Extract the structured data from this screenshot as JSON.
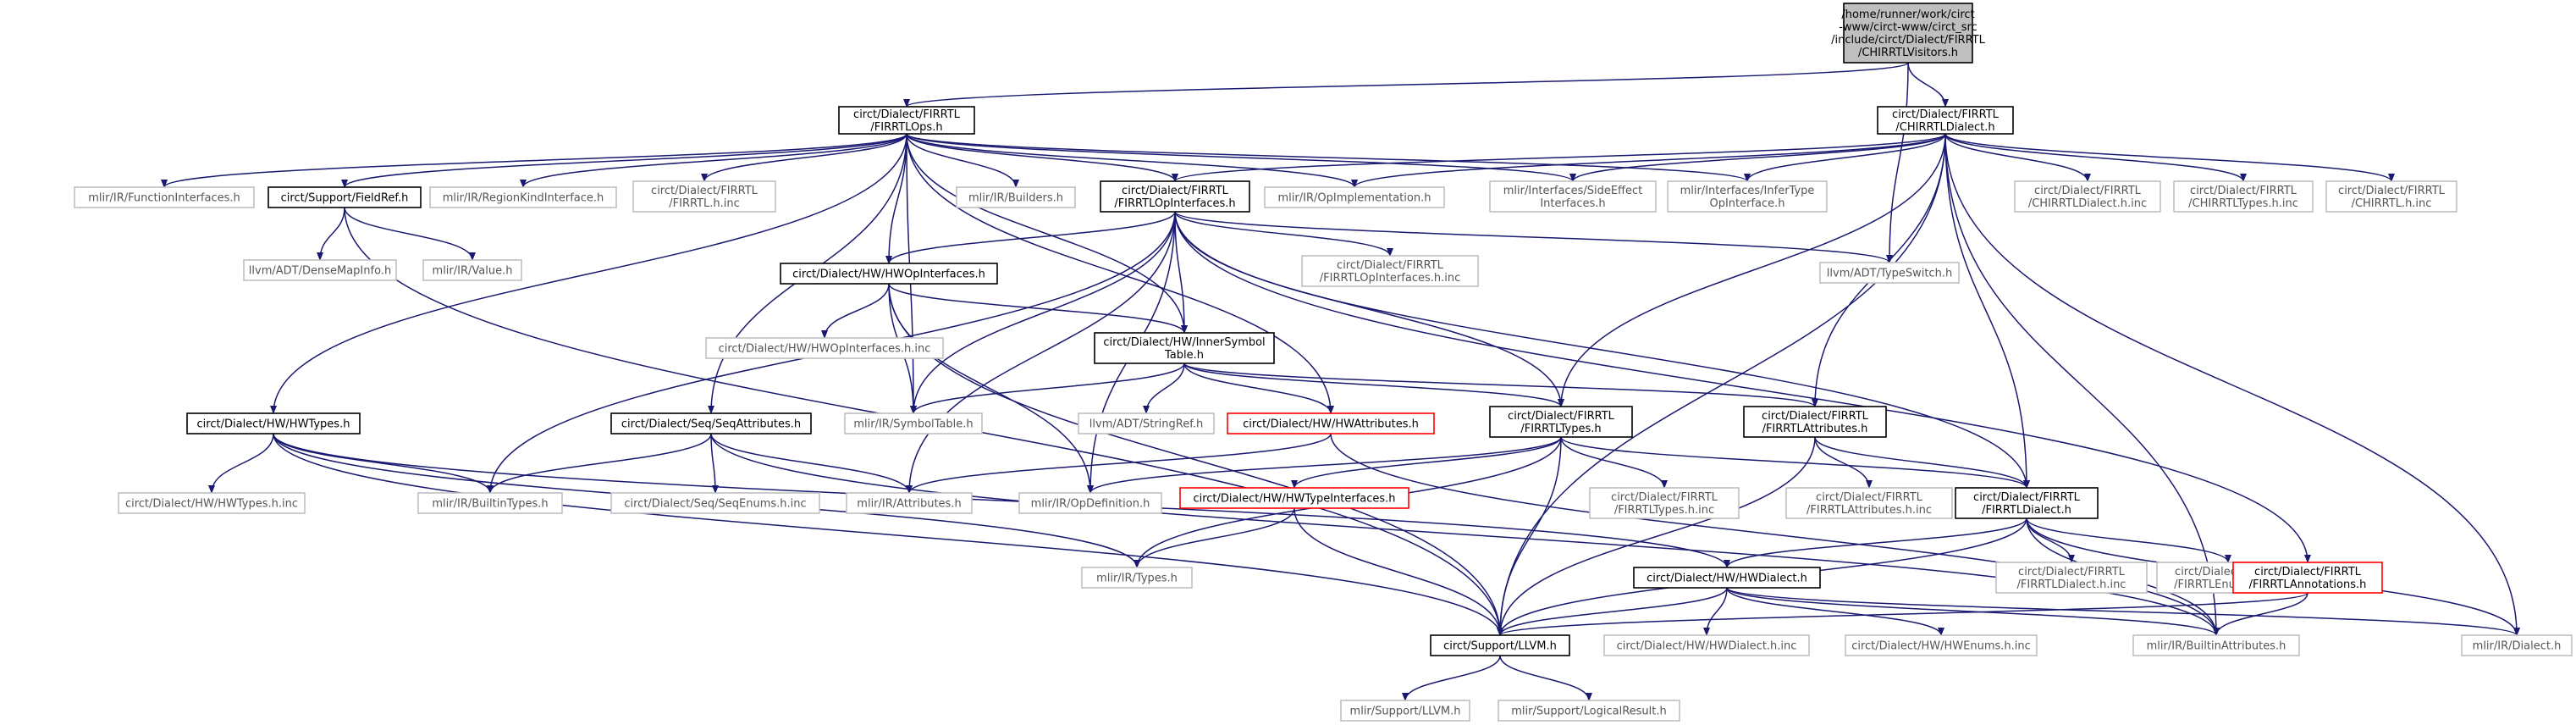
{
  "colors": {
    "edge": "#191970",
    "root_fill": "#bfbfbf",
    "red_border": "#ff0000",
    "external_border": "#bfbfbf"
  },
  "nodes": {
    "root": {
      "label": "/home/runner/work/circt\n-www/circt-www/circt_src\n/include/circt/Dialect/FIRRTL\n/CHIRRTLVisitors.h",
      "kind": "root"
    },
    "firrtlops": {
      "label": "circt/Dialect/FIRRTL\n/FIRRTLOps.h",
      "kind": "doc"
    },
    "chirrtldialect": {
      "label": "circt/Dialect/FIRRTL\n/CHIRRTLDialect.h",
      "kind": "doc"
    },
    "typeswitch": {
      "label": "llvm/ADT/TypeSwitch.h",
      "kind": "ext"
    },
    "funcif": {
      "label": "mlir/IR/FunctionInterfaces.h",
      "kind": "ext"
    },
    "fieldref": {
      "label": "circt/Support/FieldRef.h",
      "kind": "doc"
    },
    "regionkind": {
      "label": "mlir/IR/RegionKindInterface.h",
      "kind": "ext"
    },
    "firrtlhinc": {
      "label": "circt/Dialect/FIRRTL\n/FIRRTL.h.inc",
      "kind": "ext"
    },
    "builders": {
      "label": "mlir/IR/Builders.h",
      "kind": "ext"
    },
    "firrtlopif": {
      "label": "circt/Dialect/FIRRTL\n/FIRRTLOpInterfaces.h",
      "kind": "doc"
    },
    "opimpl": {
      "label": "mlir/IR/OpImplementation.h",
      "kind": "ext"
    },
    "sideeffect": {
      "label": "mlir/Interfaces/SideEffect\nInterfaces.h",
      "kind": "ext"
    },
    "infertype": {
      "label": "mlir/Interfaces/InferType\nOpInterface.h",
      "kind": "ext"
    },
    "chirrtldialectinc": {
      "label": "circt/Dialect/FIRRTL\n/CHIRRTLDialect.h.inc",
      "kind": "ext"
    },
    "chirrtltypesinc": {
      "label": "circt/Dialect/FIRRTL\n/CHIRRTLTypes.h.inc",
      "kind": "ext"
    },
    "chirrtlhinc": {
      "label": "circt/Dialect/FIRRTL\n/CHIRRTL.h.inc",
      "kind": "ext"
    },
    "densemapinfo": {
      "label": "llvm/ADT/DenseMapInfo.h",
      "kind": "ext"
    },
    "value": {
      "label": "mlir/IR/Value.h",
      "kind": "ext"
    },
    "hwopif": {
      "label": "circt/Dialect/HW/HWOpInterfaces.h",
      "kind": "doc"
    },
    "firrtlopifinc": {
      "label": "circt/Dialect/FIRRTL\n/FIRRTLOpInterfaces.h.inc",
      "kind": "ext"
    },
    "hwopifinc": {
      "label": "circt/Dialect/HW/HWOpInterfaces.h.inc",
      "kind": "ext"
    },
    "innersym": {
      "label": "circt/Dialect/HW/InnerSymbol\nTable.h",
      "kind": "doc"
    },
    "hwtypes": {
      "label": "circt/Dialect/HW/HWTypes.h",
      "kind": "doc"
    },
    "seqattrs": {
      "label": "circt/Dialect/Seq/SeqAttributes.h",
      "kind": "doc"
    },
    "symboltable": {
      "label": "mlir/IR/SymbolTable.h",
      "kind": "ext"
    },
    "stringref": {
      "label": "llvm/ADT/StringRef.h",
      "kind": "ext"
    },
    "hwattrs": {
      "label": "circt/Dialect/HW/HWAttributes.h",
      "kind": "red"
    },
    "firrtltypes": {
      "label": "circt/Dialect/FIRRTL\n/FIRRTLTypes.h",
      "kind": "doc"
    },
    "firrtlattrs": {
      "label": "circt/Dialect/FIRRTL\n/FIRRTLAttributes.h",
      "kind": "doc"
    },
    "hwtypesinc": {
      "label": "circt/Dialect/HW/HWTypes.h.inc",
      "kind": "ext"
    },
    "builtintypes": {
      "label": "mlir/IR/BuiltinTypes.h",
      "kind": "ext"
    },
    "seqenums": {
      "label": "circt/Dialect/Seq/SeqEnums.h.inc",
      "kind": "ext"
    },
    "attributes": {
      "label": "mlir/IR/Attributes.h",
      "kind": "ext"
    },
    "opdef": {
      "label": "mlir/IR/OpDefinition.h",
      "kind": "ext"
    },
    "hwtypeif": {
      "label": "circt/Dialect/HW/HWTypeInterfaces.h",
      "kind": "red"
    },
    "firrtltypesinc": {
      "label": "circt/Dialect/FIRRTL\n/FIRRTLTypes.h.inc",
      "kind": "ext"
    },
    "firrtlattrsinc": {
      "label": "circt/Dialect/FIRRTL\n/FIRRTLAttributes.h.inc",
      "kind": "ext"
    },
    "firrtldialect": {
      "label": "circt/Dialect/FIRRTL\n/FIRRTLDialect.h",
      "kind": "doc"
    },
    "types": {
      "label": "mlir/IR/Types.h",
      "kind": "ext"
    },
    "hwdialect": {
      "label": "circt/Dialect/HW/HWDialect.h",
      "kind": "doc"
    },
    "firrtldialectinc": {
      "label": "circt/Dialect/FIRRTL\n/FIRRTLDialect.h.inc",
      "kind": "ext"
    },
    "firrtlenumsinc": {
      "label": "circt/Dialect/FIRRTL\n/FIRRTLEnums.h.inc",
      "kind": "ext"
    },
    "firrtlannot": {
      "label": "circt/Dialect/FIRRTL\n/FIRRTLAnnotations.h",
      "kind": "red"
    },
    "llvmh": {
      "label": "circt/Support/LLVM.h",
      "kind": "doc"
    },
    "hwdialectinc": {
      "label": "circt/Dialect/HW/HWDialect.h.inc",
      "kind": "ext"
    },
    "hwenumsinc": {
      "label": "circt/Dialect/HW/HWEnums.h.inc",
      "kind": "ext"
    },
    "builtinattrs": {
      "label": "mlir/IR/BuiltinAttributes.h",
      "kind": "ext"
    },
    "dialect": {
      "label": "mlir/IR/Dialect.h",
      "kind": "ext"
    },
    "mlirsupportllvm": {
      "label": "mlir/Support/LLVM.h",
      "kind": "ext"
    },
    "logicalresult": {
      "label": "mlir/Support/LogicalResult.h",
      "kind": "ext"
    }
  },
  "edges": [
    [
      "root",
      "firrtlops"
    ],
    [
      "root",
      "chirrtldialect"
    ],
    [
      "root",
      "typeswitch"
    ],
    [
      "firrtlops",
      "funcif"
    ],
    [
      "firrtlops",
      "fieldref"
    ],
    [
      "firrtlops",
      "regionkind"
    ],
    [
      "firrtlops",
      "firrtlhinc"
    ],
    [
      "firrtlops",
      "builders"
    ],
    [
      "firrtlops",
      "firrtlopif"
    ],
    [
      "firrtlops",
      "opimpl"
    ],
    [
      "firrtlops",
      "sideeffect"
    ],
    [
      "firrtlops",
      "infertype"
    ],
    [
      "firrtlops",
      "hwopif"
    ],
    [
      "firrtlops",
      "innersym"
    ],
    [
      "firrtlops",
      "hwtypes"
    ],
    [
      "firrtlops",
      "seqattrs"
    ],
    [
      "firrtlops",
      "symboltable"
    ],
    [
      "firrtlops",
      "hwattrs"
    ],
    [
      "chirrtldialect",
      "firrtlopif"
    ],
    [
      "chirrtldialect",
      "opimpl"
    ],
    [
      "chirrtldialect",
      "sideeffect"
    ],
    [
      "chirrtldialect",
      "infertype"
    ],
    [
      "chirrtldialect",
      "chirrtldialectinc"
    ],
    [
      "chirrtldialect",
      "chirrtltypesinc"
    ],
    [
      "chirrtldialect",
      "chirrtlhinc"
    ],
    [
      "chirrtldialect",
      "firrtltypes"
    ],
    [
      "chirrtldialect",
      "firrtlattrs"
    ],
    [
      "chirrtldialect",
      "firrtldialect"
    ],
    [
      "chirrtldialect",
      "llvmh"
    ],
    [
      "chirrtldialect",
      "builtinattrs"
    ],
    [
      "chirrtldialect",
      "dialect"
    ],
    [
      "fieldref",
      "densemapinfo"
    ],
    [
      "fieldref",
      "value"
    ],
    [
      "fieldref",
      "llvmh"
    ],
    [
      "firrtlopif",
      "typeswitch"
    ],
    [
      "firrtlopif",
      "firrtlopifinc"
    ],
    [
      "firrtlopif",
      "hwopif"
    ],
    [
      "firrtlopif",
      "innersym"
    ],
    [
      "firrtlopif",
      "symboltable"
    ],
    [
      "firrtlopif",
      "firrtltypes"
    ],
    [
      "firrtlopif",
      "firrtldialect"
    ],
    [
      "firrtlopif",
      "firrtlannot"
    ],
    [
      "firrtlopif",
      "attributes"
    ],
    [
      "firrtlopif",
      "opdef"
    ],
    [
      "firrtlopif",
      "builtintypes"
    ],
    [
      "hwopif",
      "hwopifinc"
    ],
    [
      "hwopif",
      "innersym"
    ],
    [
      "hwopif",
      "symboltable"
    ],
    [
      "hwopif",
      "opdef"
    ],
    [
      "hwopif",
      "llvmh"
    ],
    [
      "innersym",
      "stringref"
    ],
    [
      "innersym",
      "symboltable"
    ],
    [
      "innersym",
      "hwattrs"
    ],
    [
      "innersym",
      "firrtltypes"
    ],
    [
      "innersym",
      "firrtlattrs"
    ],
    [
      "hwtypes",
      "hwtypesinc"
    ],
    [
      "hwtypes",
      "builtintypes"
    ],
    [
      "hwtypes",
      "types"
    ],
    [
      "hwtypes",
      "llvmh"
    ],
    [
      "hwtypes",
      "hwdialect"
    ],
    [
      "seqattrs",
      "seqenums"
    ],
    [
      "seqattrs",
      "attributes"
    ],
    [
      "seqattrs",
      "builtintypes"
    ],
    [
      "seqattrs",
      "builtinattrs"
    ],
    [
      "hwattrs",
      "attributes"
    ],
    [
      "hwattrs",
      "builtinattrs"
    ],
    [
      "firrtltypes",
      "firrtltypesinc"
    ],
    [
      "firrtltypes",
      "hwtypeif"
    ],
    [
      "firrtltypes",
      "firrtldialect"
    ],
    [
      "firrtltypes",
      "opdef"
    ],
    [
      "firrtltypes",
      "types"
    ],
    [
      "firrtltypes",
      "llvmh"
    ],
    [
      "firrtlattrs",
      "firrtlattrsinc"
    ],
    [
      "firrtlattrs",
      "firrtldialect"
    ],
    [
      "firrtlattrs",
      "llvmh"
    ],
    [
      "hwtypeif",
      "types"
    ],
    [
      "hwtypeif",
      "llvmh"
    ],
    [
      "firrtldialect",
      "hwdialect"
    ],
    [
      "firrtldialect",
      "firrtldialectinc"
    ],
    [
      "firrtldialect",
      "firrtlenumsinc"
    ],
    [
      "firrtldialect",
      "dialect"
    ],
    [
      "firrtldialect",
      "llvmh"
    ],
    [
      "firrtldialect",
      "builtinattrs"
    ],
    [
      "firrtlannot",
      "builtinattrs"
    ],
    [
      "firrtlannot",
      "llvmh"
    ],
    [
      "hwdialect",
      "hwdialectinc"
    ],
    [
      "hwdialect",
      "hwenumsinc"
    ],
    [
      "hwdialect",
      "llvmh"
    ],
    [
      "hwdialect",
      "builtinattrs"
    ],
    [
      "hwdialect",
      "dialect"
    ],
    [
      "llvmh",
      "mlirsupportllvm"
    ],
    [
      "llvmh",
      "logicalresult"
    ]
  ]
}
